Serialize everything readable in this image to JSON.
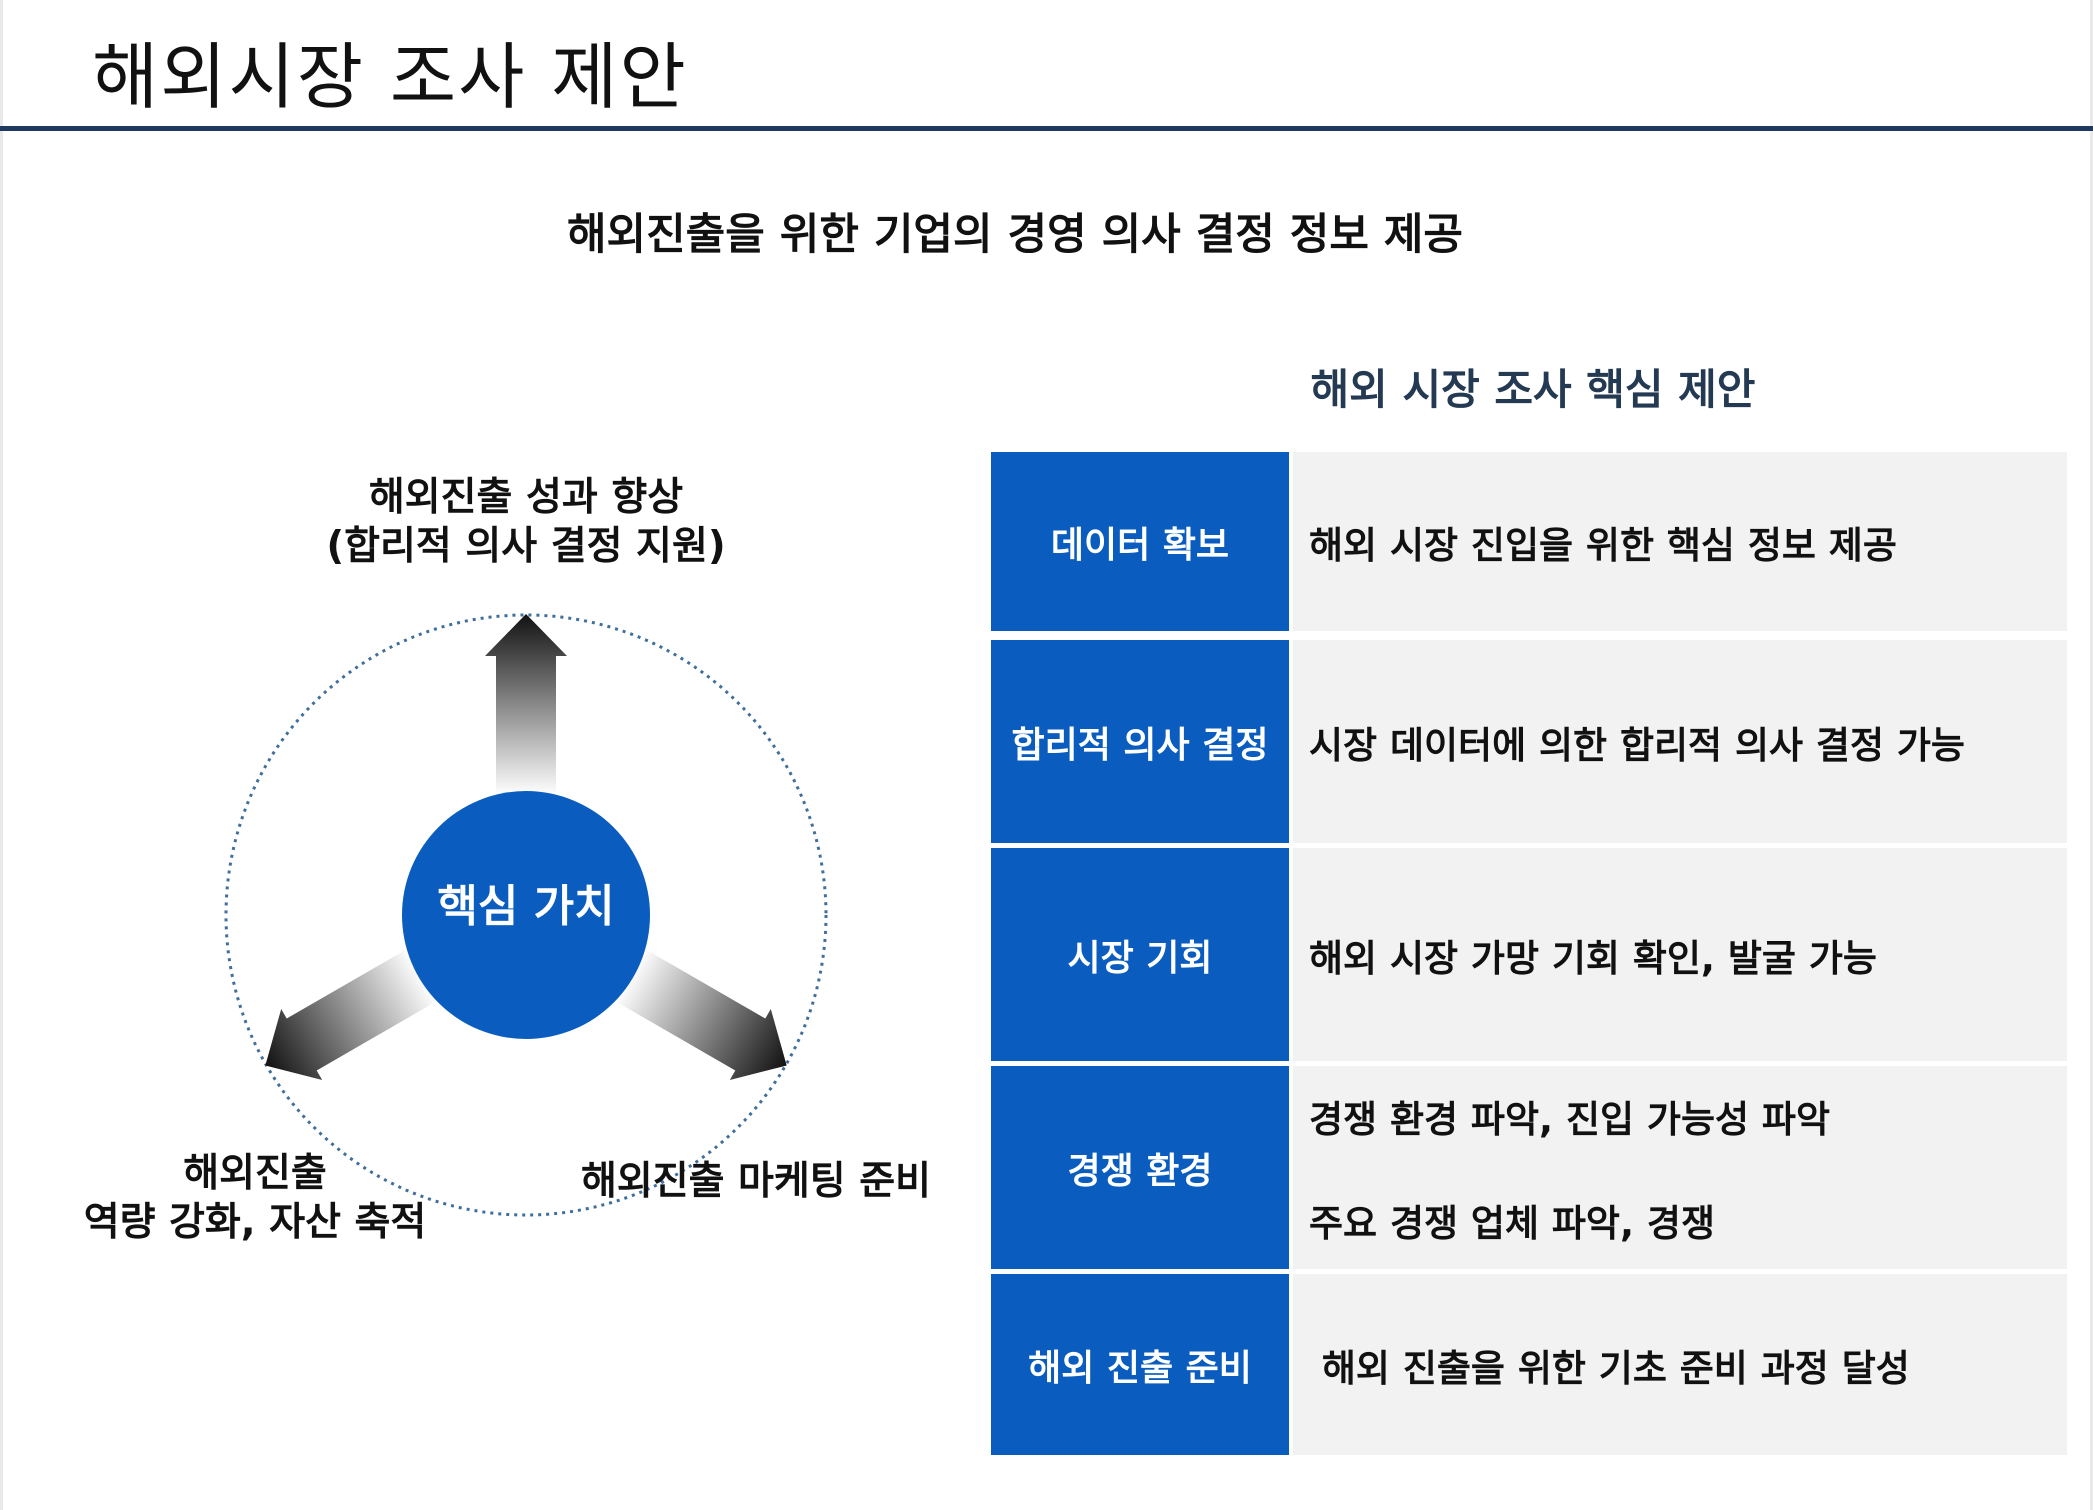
{
  "page": {
    "title": "해외시장 조사 제안",
    "subtitle": "해외진출을 위한 기업의 경영 의사 결정 정보 제공"
  },
  "diagram": {
    "core": "핵심 가치",
    "top_label_line1": "해외진출 성과 향상",
    "top_label_line2": "(합리적 의사 결정 지원)",
    "left_label_line1": "해외진출",
    "left_label_line2": "역량 강화, 자산 축적",
    "right_label": "해외진출 마케팅 준비"
  },
  "table": {
    "heading": "해외 시장 조사 핵심 제안",
    "rows": [
      {
        "key": "데이터 확보",
        "values": [
          "해외 시장 진입을 위한 핵심 정보 제공"
        ]
      },
      {
        "key": "합리적 의사 결정",
        "values": [
          "시장 데이터에 의한 합리적 의사 결정 가능"
        ]
      },
      {
        "key": "시장 기회",
        "values": [
          "해외 시장 가망 기회 확인, 발굴 가능"
        ]
      },
      {
        "key": "경쟁 환경",
        "values": [
          "경쟁 환경 파악, 진입 가능성 파악",
          "주요 경쟁 업체 파악, 경쟁"
        ]
      },
      {
        "key": "해외 진출 준비",
        "values": [
          " 해외 진출을 위한 기초 준비 과정 달성"
        ]
      }
    ]
  },
  "colors": {
    "accent_blue": "#0a5dbf",
    "title_rule": "#1f3a5f",
    "table_value_bg": "#f2f2f2",
    "heading_text": "#243a53"
  }
}
